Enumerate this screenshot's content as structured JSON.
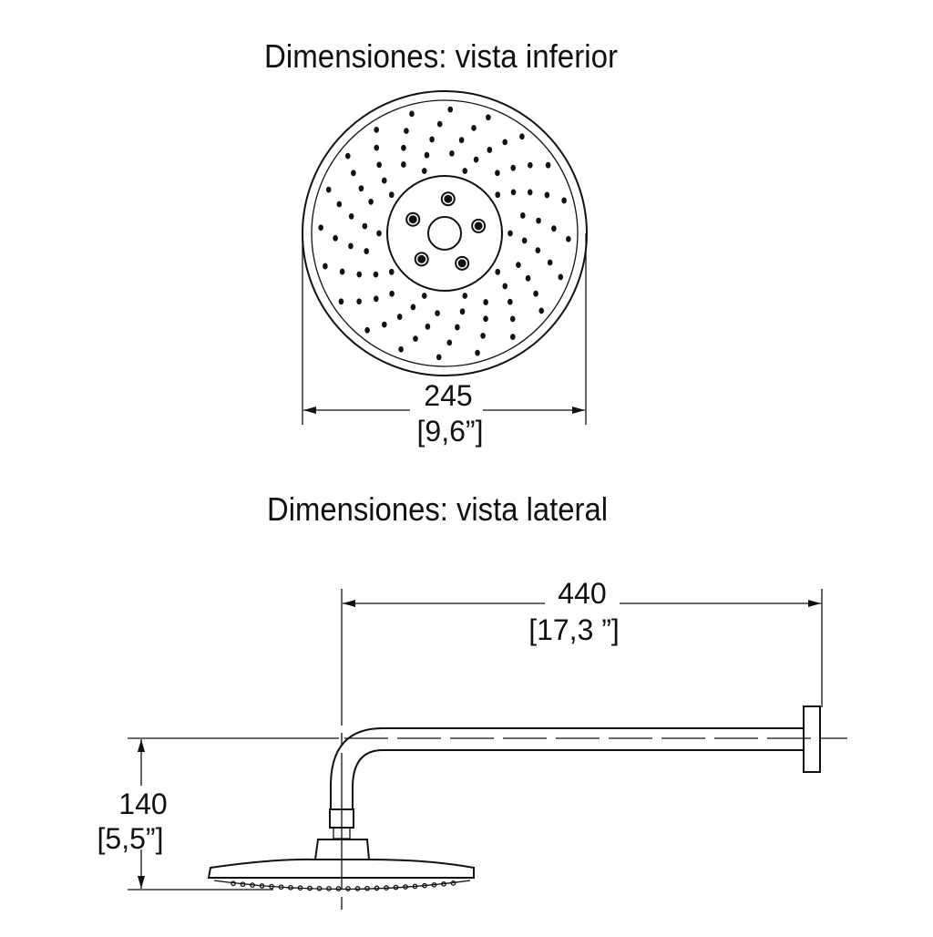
{
  "bottom_view": {
    "title": "Dimensiones: vista inferior",
    "diameter_mm": "245",
    "diameter_in": "[9,6”]"
  },
  "side_view": {
    "title": "Dimensiones: vista lateral",
    "reach_mm": "440",
    "reach_in": "[17,3 ”]",
    "height_mm": "140",
    "height_in": "[5,5”]"
  }
}
